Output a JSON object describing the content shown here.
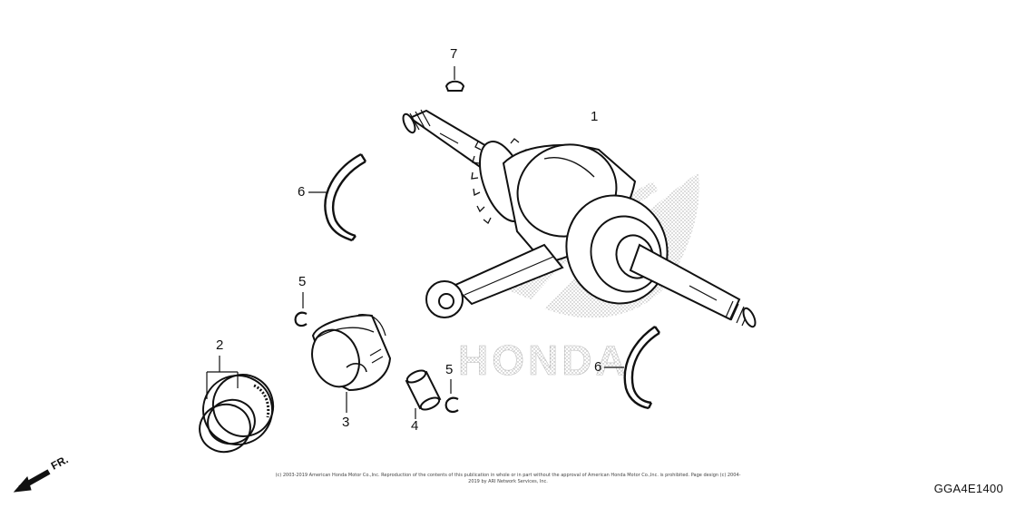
{
  "callouts": {
    "p1": "1",
    "p2": "2",
    "p3": "3",
    "p4": "4",
    "p5a": "5",
    "p5b": "5",
    "p6a": "6",
    "p6b": "6",
    "p7": "7"
  },
  "watermark_text": "HONDA",
  "direction_label": "FR.",
  "copyright": "(c) 2003-2019 American Honda Motor Co.,Inc. Reproduction of the contents of this publication in whole or in part without the approval of American Honda Motor Co.,Inc. is prohibited. Page design (c) 2004-2019 by ARI Network Services, Inc.",
  "diagram_code": "GGA4E1400"
}
